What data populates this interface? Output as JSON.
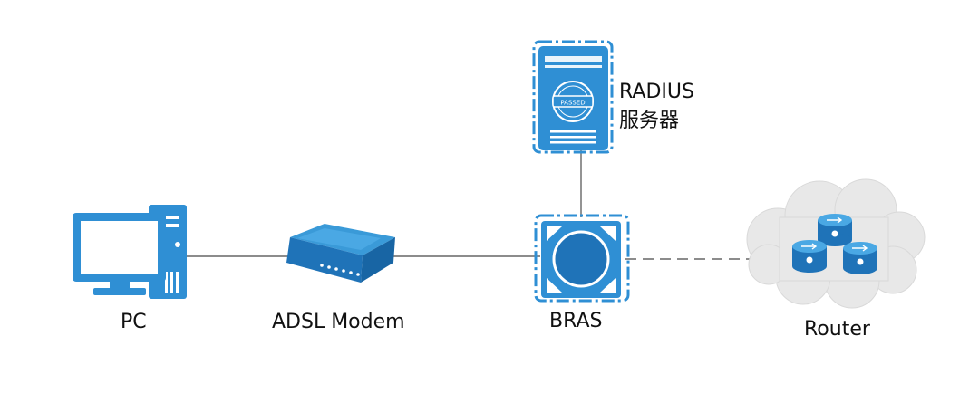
{
  "colors": {
    "device_blue": "#2f8fd4",
    "device_dark": "#1f73b8",
    "link_line": "#666666",
    "cloud": "#e8e8e8"
  },
  "nodes": {
    "pc": {
      "label": "PC",
      "icon": "computer-icon"
    },
    "modem": {
      "label": "ADSL Modem",
      "icon": "modem-icon"
    },
    "bras": {
      "label": "BRAS",
      "icon": "bras-icon"
    },
    "radius": {
      "label_line1": "RADIUS",
      "label_line2": "服务器",
      "icon": "server-icon",
      "stamp": "PASSED"
    },
    "router": {
      "label": "Router",
      "icon": "router-cloud-icon"
    }
  },
  "links": [
    {
      "from": "pc",
      "to": "modem",
      "style": "solid"
    },
    {
      "from": "modem",
      "to": "bras",
      "style": "solid"
    },
    {
      "from": "bras",
      "to": "radius",
      "style": "solid"
    },
    {
      "from": "bras",
      "to": "router",
      "style": "dashed"
    }
  ]
}
